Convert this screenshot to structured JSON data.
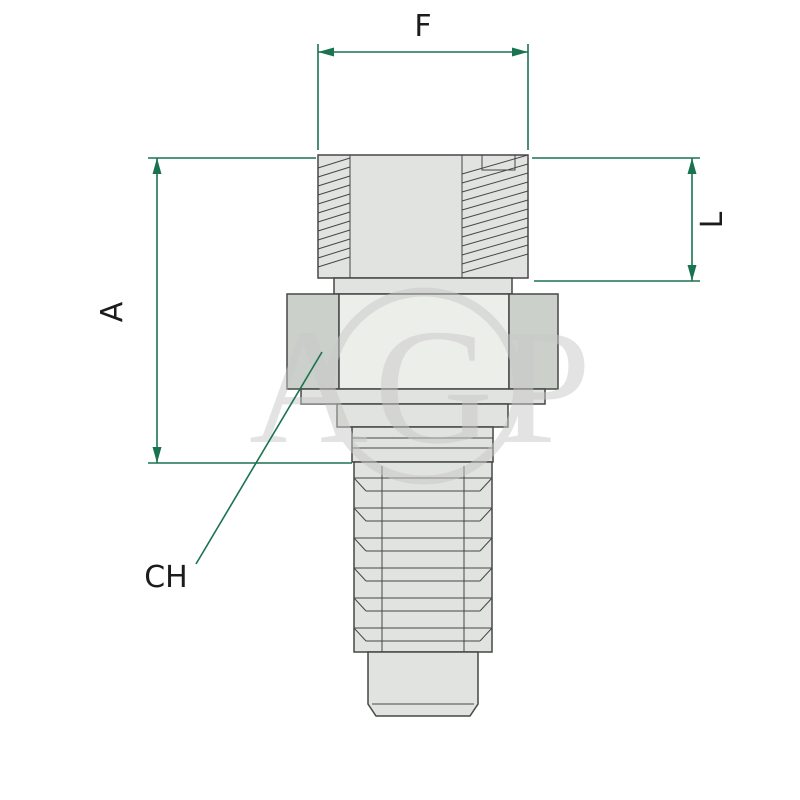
{
  "diagram": {
    "labels": {
      "f": "F",
      "a": "A",
      "l": "L",
      "ch": "CH"
    },
    "watermark": "AGP",
    "colors": {
      "dimension": "#1a7350",
      "outline": "#474747",
      "part_fill": "#e0e3df",
      "part_fill_dark": "#cbd0cb",
      "part_fill_light": "#eceeea",
      "watermark": "#c9c9c9"
    }
  }
}
